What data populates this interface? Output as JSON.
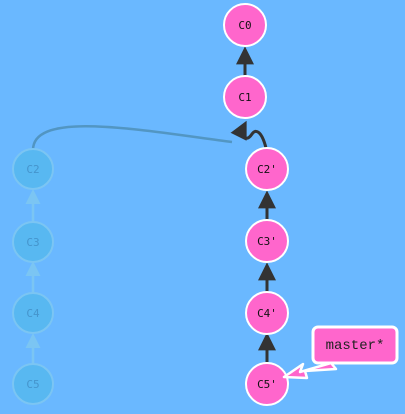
{
  "colors": {
    "background": "#6ab8ff",
    "commit_fill": "#ff66cc",
    "commit_stroke": "#ffffff",
    "ghost_fill": "#55b8ef",
    "ghost_stroke": "#7ec8f2",
    "arrow": "#333333",
    "ghost_arrow": "#7ec8f2",
    "tag_fill": "#ff66cc",
    "tag_stroke": "#ffffff"
  },
  "diagram": {
    "commits": [
      {
        "id": "c0",
        "label": "C0"
      },
      {
        "id": "c1",
        "label": "C1"
      },
      {
        "id": "c2p",
        "label": "C2'"
      },
      {
        "id": "c3p",
        "label": "C3'"
      },
      {
        "id": "c4p",
        "label": "C4'"
      },
      {
        "id": "c5p",
        "label": "C5'"
      }
    ],
    "ghost_commits": [
      {
        "id": "c2",
        "label": "C2"
      },
      {
        "id": "c3",
        "label": "C3"
      },
      {
        "id": "c4",
        "label": "C4"
      },
      {
        "id": "c5",
        "label": "C5"
      }
    ],
    "branch": {
      "label": "master*",
      "points_to": "c5p"
    }
  }
}
